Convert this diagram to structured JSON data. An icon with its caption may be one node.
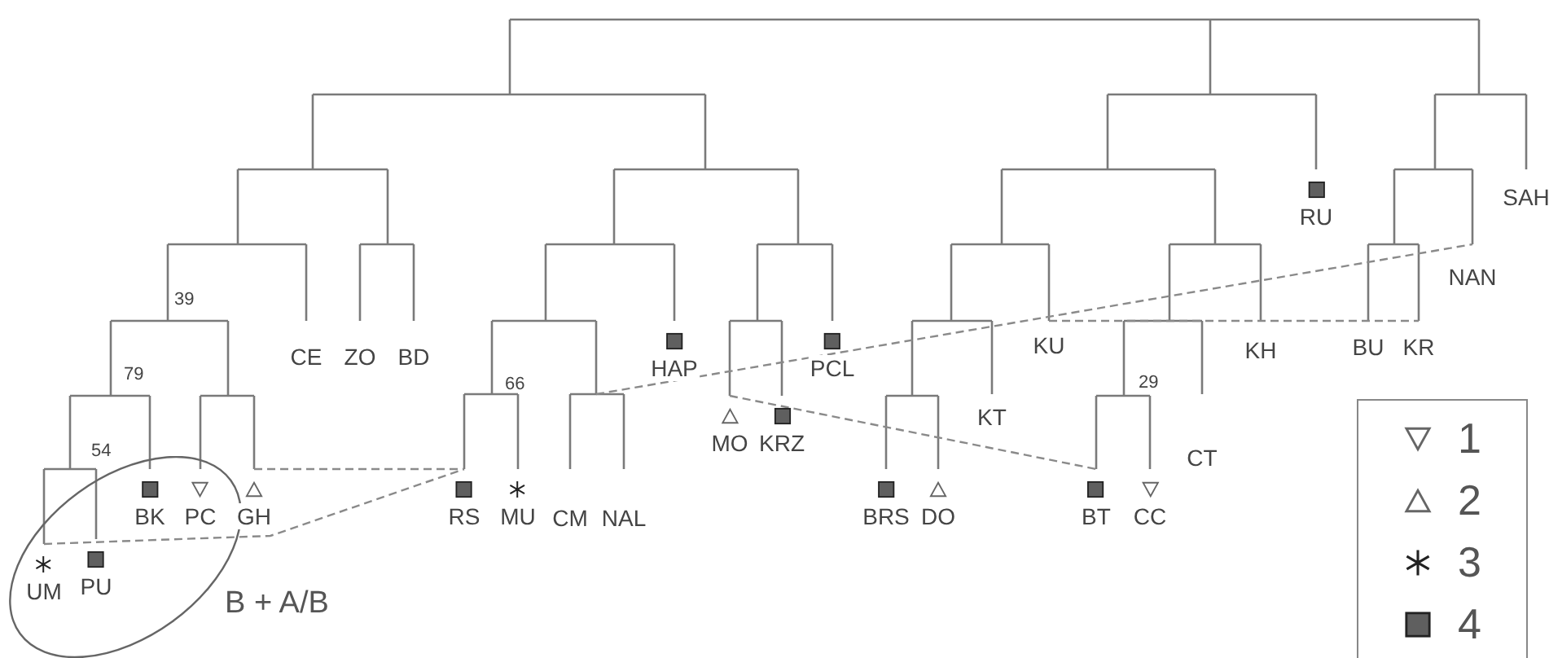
{
  "diagram": {
    "nodes": [
      {
        "text": [
          "B + A/B"
        ]
      },
      {
        "text": [
          "UM"
        ],
        "in": 0
      },
      {
        "text": [
          "PU"
        ],
        "in": 0
      },
      {
        "text": [
          "BK"
        ],
        "in": 0
      },
      {
        "text": [
          "PC"
        ],
        "in": 0
      },
      {
        "text": [
          "GH"
        ]
      },
      {
        "text": [
          "CE"
        ]
      },
      {
        "text": [
          "ZO"
        ]
      },
      {
        "text": [
          "BD"
        ]
      },
      {
        "text": [
          "RS"
        ]
      },
      {
        "text": [
          "MU"
        ]
      },
      {
        "text": [
          "CM"
        ]
      },
      {
        "text": [
          "NAL"
        ]
      },
      {
        "text": [
          "HAP"
        ]
      },
      {
        "text": [
          "MO"
        ]
      },
      {
        "text": [
          "KRZ"
        ]
      },
      {
        "text": [
          "PCL"
        ]
      },
      {
        "text": [
          "BRS"
        ]
      },
      {
        "text": [
          "DO"
        ]
      },
      {
        "text": [
          "KT"
        ]
      },
      {
        "text": [
          "KU"
        ]
      },
      {
        "text": [
          "BT"
        ]
      },
      {
        "text": [
          "CC"
        ]
      },
      {
        "text": [
          "CT"
        ]
      },
      {
        "text": [
          "KH"
        ]
      },
      {
        "text": [
          "RU"
        ]
      },
      {
        "text": [
          "BU"
        ]
      },
      {
        "text": [
          "KR"
        ]
      },
      {
        "text": [
          "NAN"
        ]
      },
      {
        "text": [
          "SAH"
        ]
      }
    ],
    "edges": [
      {
        "from": 5,
        "to": 9,
        "arrow": "none",
        "style": "dashed"
      },
      {
        "from": 1,
        "to": 9,
        "arrow": "none",
        "style": "dashed"
      },
      {
        "from": null,
        "to": 28,
        "arrow": "none",
        "style": "dashed"
      },
      {
        "from": 20,
        "to": 27,
        "arrow": "none",
        "style": "dashed"
      },
      {
        "from": 14,
        "to": 21,
        "arrow": "none",
        "style": "dashed"
      }
    ],
    "labels": [
      "39",
      "79",
      "54",
      "66",
      "29"
    ],
    "legend": [
      {
        "text": "1"
      },
      {
        "text": "2"
      },
      {
        "text": "3"
      },
      {
        "text": "4"
      }
    ]
  }
}
